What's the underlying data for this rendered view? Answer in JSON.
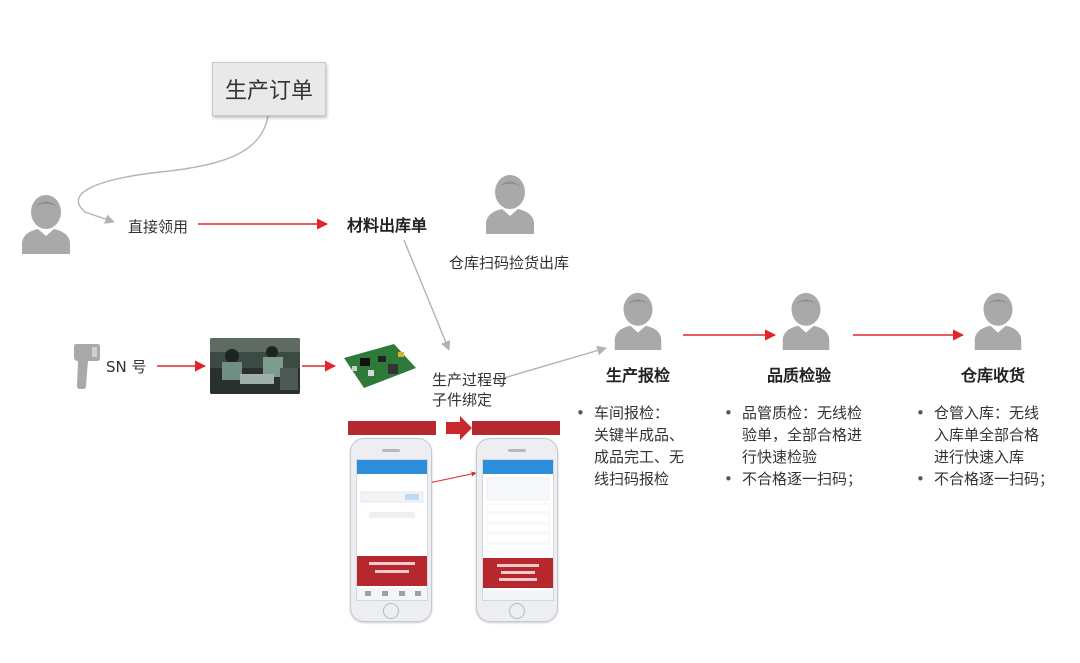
{
  "diagram": {
    "production_order": "生产订单",
    "direct_requisition": "直接领用",
    "material_issue": "材料出库单",
    "warehouse_pick": "仓库扫码捡货出库",
    "sn_number": "SN 号",
    "parent_child_binding_line1": "生产过程母",
    "parent_child_binding_line2": "子件绑定",
    "stages": [
      {
        "title": "生产报检",
        "bullets": [
          "车间报检：\n关键半成品、\n成品完工、无\n线扫码报检"
        ]
      },
      {
        "title": "品质检验",
        "bullets": [
          "品管质检：无线检\n验单，全部合格进\n行快速检验",
          "不合格逐一扫码；"
        ]
      },
      {
        "title": "仓库收货",
        "bullets": [
          "仓管入库：无线\n入库单全部合格\n进行快速入库",
          "不合格逐一扫码；"
        ]
      }
    ]
  },
  "colors": {
    "arrow_red": "#e0262b",
    "arrow_gray": "#b3b3b3",
    "person_gray": "#a9a9a9",
    "order_box_fill": "#e9e9e9",
    "banner_red": "#b7282e",
    "app_blue": "#2d8fdc"
  },
  "icons": {
    "person": "user-silhouette-icon",
    "scanner": "barcode-scanner-icon"
  }
}
